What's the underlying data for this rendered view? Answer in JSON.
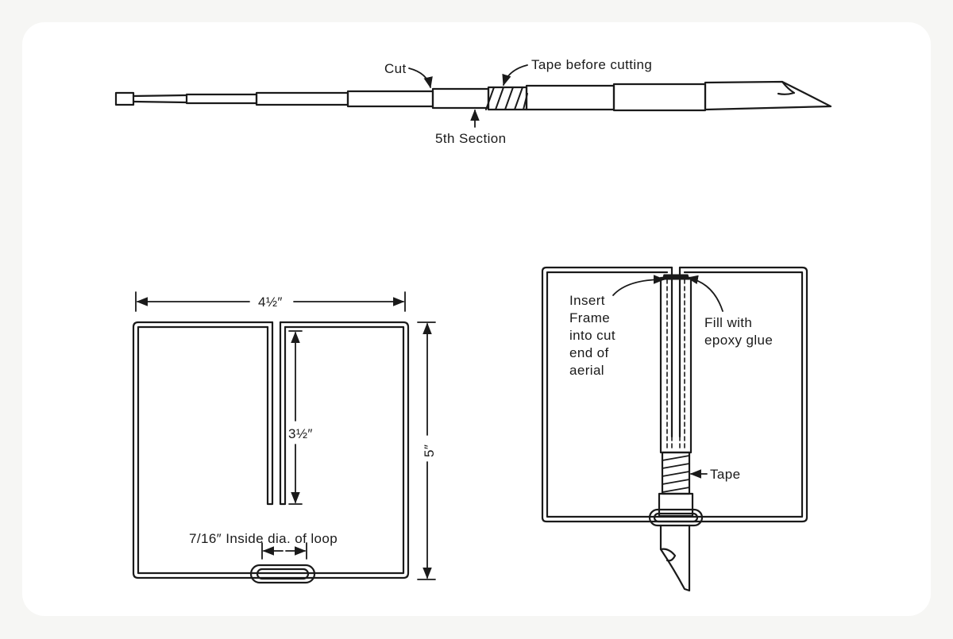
{
  "colors": {
    "ink": "#1a1a1a",
    "paper": "#ffffff",
    "background": "#f6f6f4"
  },
  "aerial_view": {
    "cut_label": "Cut",
    "tape_label": "Tape before cutting",
    "section_label": "5th Section"
  },
  "frame_view": {
    "width_label": "4½″",
    "slot_label": "3½″",
    "height_label": "5″",
    "loop_label": "7/16″ Inside dia. of loop"
  },
  "assembly_view": {
    "insert_lines": [
      "Insert",
      "Frame",
      "into cut",
      "end of",
      "aerial"
    ],
    "epoxy_lines": [
      "Fill with",
      "epoxy glue"
    ],
    "tape_label": "Tape"
  }
}
